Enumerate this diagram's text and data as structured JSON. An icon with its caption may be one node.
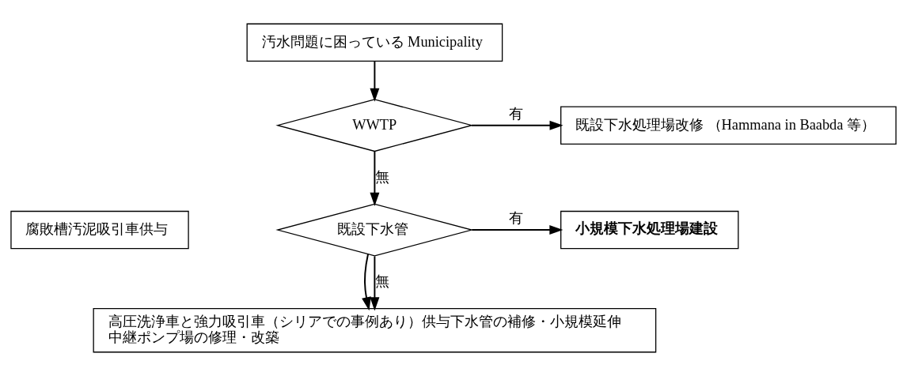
{
  "diagram": {
    "nodes": [
      {
        "text": [
          "汚水問題に困っている Municipality"
        ]
      },
      {
        "text": [
          "WWTP"
        ]
      },
      {
        "text": [
          "既設下水処理場改修 （Hammana in Baabda 等）"
        ]
      },
      {
        "text": [
          "既設下水管"
        ]
      },
      {
        "text": [
          "小規模下水処理場建設"
        ]
      },
      {
        "text": [
          "高圧洗浄車と強力吸引車（シリアでの事例あり）供与下水管の補修・小規模延伸",
          "中継ポンプ場の修理・改築"
        ]
      },
      {
        "text": [
          "腐敗槽汚泥吸引車供与"
        ]
      }
    ],
    "edges": [
      {
        "from": 0,
        "to": 1,
        "arrow": "to"
      },
      {
        "from": 1,
        "to": 2,
        "arrow": "to",
        "label": "有"
      },
      {
        "from": 1,
        "to": 3,
        "arrow": "to",
        "label": "無"
      },
      {
        "from": 3,
        "to": 4,
        "arrow": "to",
        "label": "有"
      },
      {
        "from": 3,
        "to": 5,
        "arrow": "to"
      },
      {
        "from": 3,
        "to": 5,
        "arrow": "to",
        "label": "無"
      }
    ]
  }
}
